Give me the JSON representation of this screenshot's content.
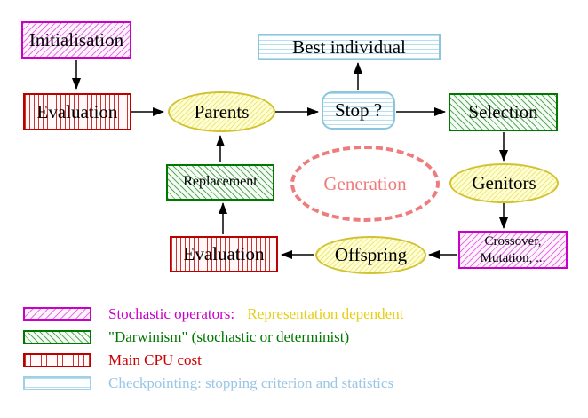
{
  "diagram": {
    "nodes": {
      "initialisation": {
        "label": "Initialisation"
      },
      "evaluation_top": {
        "label": "Evaluation"
      },
      "parents": {
        "label": "Parents"
      },
      "best_individual": {
        "label": "Best individual"
      },
      "stop": {
        "label": "Stop ?"
      },
      "selection": {
        "label": "Selection"
      },
      "genitors": {
        "label": "Genitors"
      },
      "crossover": {
        "line1": "Crossover,",
        "line2": "Mutation, ..."
      },
      "offspring": {
        "label": "Offspring"
      },
      "evaluation_bottom": {
        "label": "Evaluation"
      },
      "replacement": {
        "label": "Replacement"
      },
      "generation": {
        "label": "Generation"
      }
    },
    "colors": {
      "magenta": "#c800c8",
      "red": "#c00000",
      "green": "#007800",
      "cyan": "#9fd0e6",
      "yellow_border": "#d2c232",
      "yellow_fill": "#ffffd2",
      "salmon": "#ef7c7c",
      "gold_text": "#e8ce12",
      "arrow": "#000000"
    },
    "legend": [
      {
        "swatch": "magenta-diagonal-hatch",
        "text": "Stochastic operators:",
        "text2": "Representation dependent"
      },
      {
        "swatch": "green-diagonal-hatch",
        "text": "\"Darwinism\" (stochastic or determinist)"
      },
      {
        "swatch": "red-vertical-stripes",
        "text": "Main CPU cost"
      },
      {
        "swatch": "cyan-horizontal-stripes",
        "text": "Checkpointing: stopping criterion and statistics"
      }
    ]
  }
}
